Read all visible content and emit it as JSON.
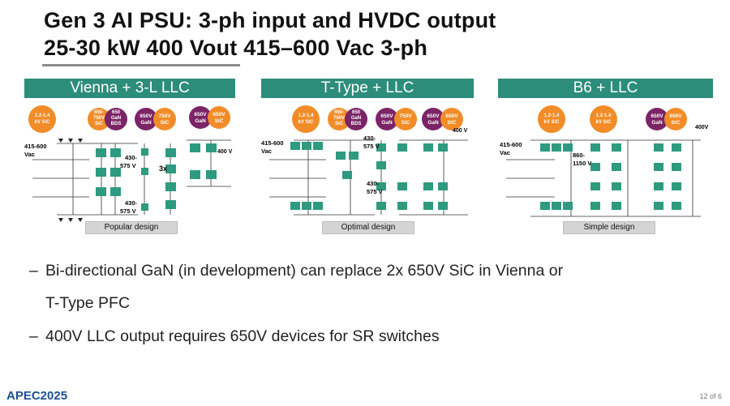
{
  "slide": {
    "title_line1": "Gen 3 AI PSU:  3-ph input and HVDC output",
    "title_line2": "25-30 kW  400 Vout  415–600 Vac 3-ph"
  },
  "panels": [
    {
      "header": "Vienna + 3-L LLC",
      "caption": "Popular design",
      "badges": [
        "1.2-1.4 kV SiC",
        "650-750V SiC",
        "650 GaN BDS",
        "650V GaN",
        "750V SiC",
        "650V GaN",
        "650V SiC"
      ],
      "labels": {
        "input": "415-600",
        "vac": "Vac",
        "v1": "430-",
        "v1b": "575 V",
        "v2": "430-",
        "v2b": "575 V",
        "ratio": "3x",
        "out": "400 V"
      }
    },
    {
      "header": "T-Type + LLC",
      "caption": "Optimal design",
      "badges": [
        "1.2-1.4 kV SiC",
        "650-750V SiC",
        "650 GaN BDS",
        "650V GaN",
        "750V SiC",
        "650V GaN",
        "650V SiC"
      ],
      "labels": {
        "input": "415-600",
        "vac": "Vac",
        "v1": "430-",
        "v1b": "575 V",
        "v2": "430-",
        "v2b": "575 V",
        "out": "400 V"
      }
    },
    {
      "header": "B6 + LLC",
      "caption": "Simple design",
      "badges": [
        "1.2-1.4 kV SiC",
        "1.2-1.4 kV SiC",
        "650V GaN",
        "650V SiC"
      ],
      "labels": {
        "input": "415-600",
        "vac": "Vac",
        "v1": "860-",
        "v1b": "1150 V",
        "out": "400V"
      }
    }
  ],
  "bullets": [
    {
      "dash": "–",
      "line1": "Bi-directional GaN (in development) can replace 2x 650V SiC in Vienna or",
      "line2": "T-Type PFC"
    },
    {
      "dash": "–",
      "line1": "400V LLC output requires 650V devices for SR switches"
    }
  ],
  "footer": {
    "logo": "APEC2025",
    "page": "12 of 6"
  },
  "colors": {
    "header_bg": "#2c8d7a",
    "badge_orange": "#f28c28",
    "badge_purple": "#7b2466",
    "switch_green": "#2e9a7f"
  }
}
